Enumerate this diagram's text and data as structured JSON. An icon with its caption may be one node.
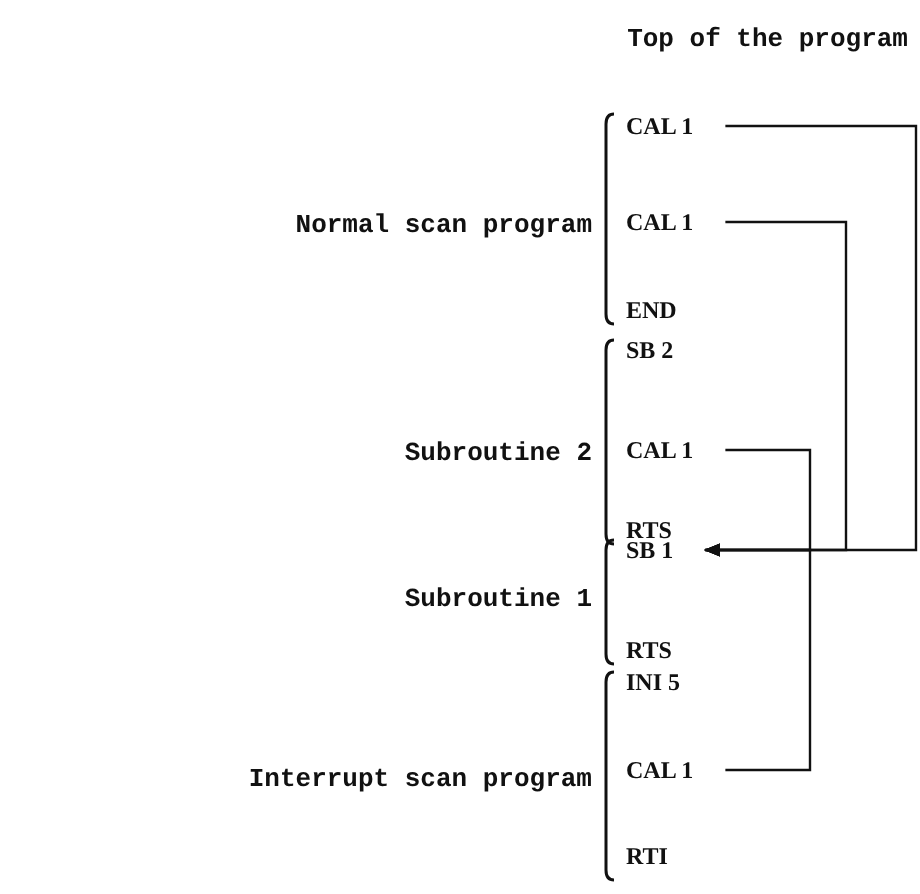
{
  "diagram": {
    "title": "Top of the program",
    "nodes": [
      {
        "text": [
          "CAL 1"
        ]
      },
      {
        "text": [
          "CAL 1"
        ]
      },
      {
        "text": [
          "END"
        ]
      },
      {
        "text": [
          "SB 2"
        ]
      },
      {
        "text": [
          "CAL 1"
        ]
      },
      {
        "text": [
          "RTS"
        ]
      },
      {
        "text": [
          "SB 1"
        ]
      },
      {
        "text": [
          "RTS"
        ]
      },
      {
        "text": [
          "INI 5"
        ]
      },
      {
        "text": [
          "CAL 1"
        ]
      },
      {
        "text": [
          "RTI"
        ]
      }
    ],
    "edges": [
      {
        "from": 0,
        "to": 6,
        "arrow": "to"
      },
      {
        "from": 1,
        "to": 6,
        "arrow": "to"
      },
      {
        "from": 4,
        "to": 6,
        "arrow": "to"
      },
      {
        "from": 9,
        "to": 6,
        "arrow": "to"
      }
    ],
    "labels": [
      "Normal scan program",
      "Subroutine 2",
      "Subroutine 1",
      "Interrupt scan program"
    ]
  }
}
